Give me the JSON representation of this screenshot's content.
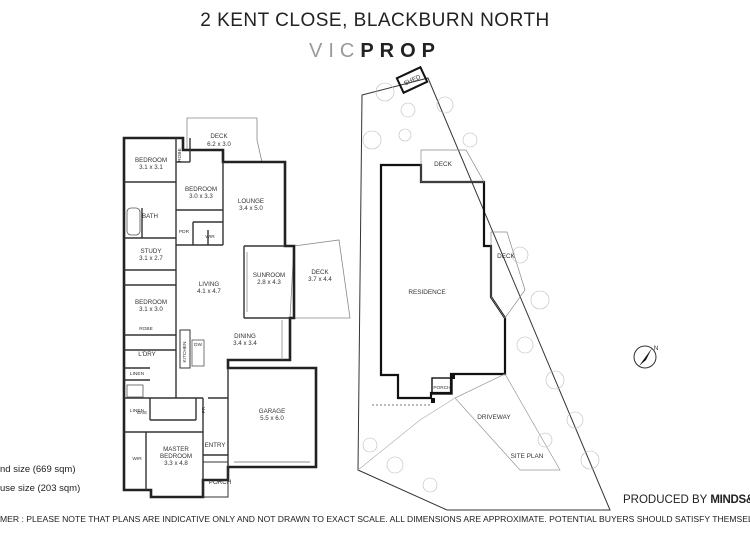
{
  "header": {
    "title": "2 KENT CLOSE, BLACKBURN NORTH",
    "brand_light": "VIC",
    "brand_bold": "PROP"
  },
  "floorplan": {
    "rooms": {
      "deck_rear": {
        "name": "DECK",
        "size": "6.2 x 3.0"
      },
      "robe_top": {
        "name": "ROBE"
      },
      "bedroom1": {
        "name": "BEDROOM",
        "size": "3.1 x 3.1"
      },
      "bedroom2": {
        "name": "BEDROOM",
        "size": "3.0 x 3.3"
      },
      "lounge": {
        "name": "LOUNGE",
        "size": "3.4 x 5.0"
      },
      "bath": {
        "name": "BATH"
      },
      "pdr": {
        "name": "PDR"
      },
      "wir_small": {
        "name": "WIR"
      },
      "study": {
        "name": "STUDY",
        "size": "3.1 x 2.7"
      },
      "sunroom": {
        "name": "SUNROOM",
        "size": "2.8 x 4.3"
      },
      "deck_side": {
        "name": "DECK",
        "size": "3.7 x 4.4"
      },
      "living": {
        "name": "LIVING",
        "size": "4.1 x 4.7"
      },
      "bedroom3": {
        "name": "BEDROOM",
        "size": "3.1 x 3.0"
      },
      "robe_mid": {
        "name": "ROBE"
      },
      "dining": {
        "name": "DINING",
        "size": "3.4 x 3.4"
      },
      "kitchen": {
        "name": "KITCHEN"
      },
      "dw": {
        "name": "DW"
      },
      "ldry": {
        "name": "L'DRY"
      },
      "linen1": {
        "name": "LINEN"
      },
      "linen2": {
        "name": "LINEN"
      },
      "ens": {
        "name": "ENS"
      },
      "garage": {
        "name": "GARAGE",
        "size": "5.5 x 6.0"
      },
      "master": {
        "name": "MASTER",
        "name2": "BEDROOM",
        "size": "3.3 x 4.8"
      },
      "wir_master": {
        "name": "WIR"
      },
      "entry": {
        "name": "ENTRY"
      },
      "porch": {
        "name": "PORCH"
      },
      "fr": {
        "name": "FR"
      }
    }
  },
  "siteplan": {
    "labels": {
      "shed": "SHED",
      "deck_top": "DECK",
      "deck_right": "DECK",
      "residence": "RESIDENCE",
      "porch": "PORCH",
      "driveway": "DRIVEWAY",
      "site_plan": "SITE PLAN"
    },
    "north": "N"
  },
  "sizes": {
    "land": "nd size (669 sqm)",
    "house": "use size (203 sqm)"
  },
  "footer": {
    "produced_by": "PRODUCED BY",
    "brand": "MINDS&M",
    "disclaimer": "MER : PLEASE NOTE THAT PLANS ARE INDICATIVE ONLY AND NOT DRAWN TO EXACT SCALE. ALL DIMENSIONS ARE APPROXIMATE. POTENTIAL BUYERS SHOULD SATISFY THEMSELVES OF ANY PERTINENT M"
  }
}
